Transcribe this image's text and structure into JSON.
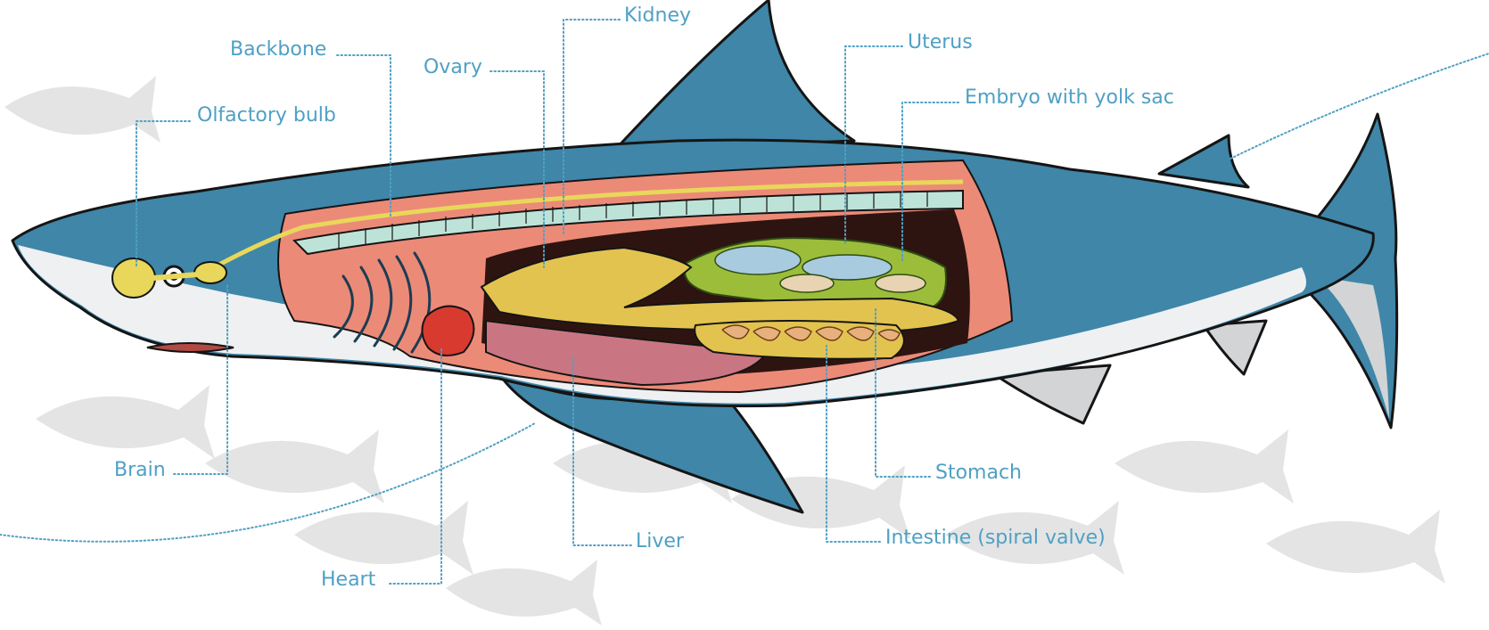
{
  "labels": {
    "backbone": "Backbone",
    "ovary": "Ovary",
    "kidney": "Kidney",
    "uterus": "Uterus",
    "embryo": "Embryo with yolk sac",
    "olfactory_bulb": "Olfactory bulb",
    "brain": "Brain",
    "heart": "Heart",
    "liver": "Liver",
    "intestine": "Intestine (spiral valve)",
    "stomach": "Stomach"
  },
  "colors": {
    "label_text": "#4fa0c4",
    "shark_blue": "#3f86a8",
    "belly": "#eef0f2",
    "muscle": "#ec8a78",
    "backbone": "#bde3d8",
    "nerve_cord": "#e8d75a",
    "intestine": "#e3c34f",
    "liver": "#c97682",
    "heart": "#d83a2f",
    "ovary": "#77aa3c",
    "uterus": "#9cbd3a",
    "background_fish": "#e3e3e3"
  }
}
